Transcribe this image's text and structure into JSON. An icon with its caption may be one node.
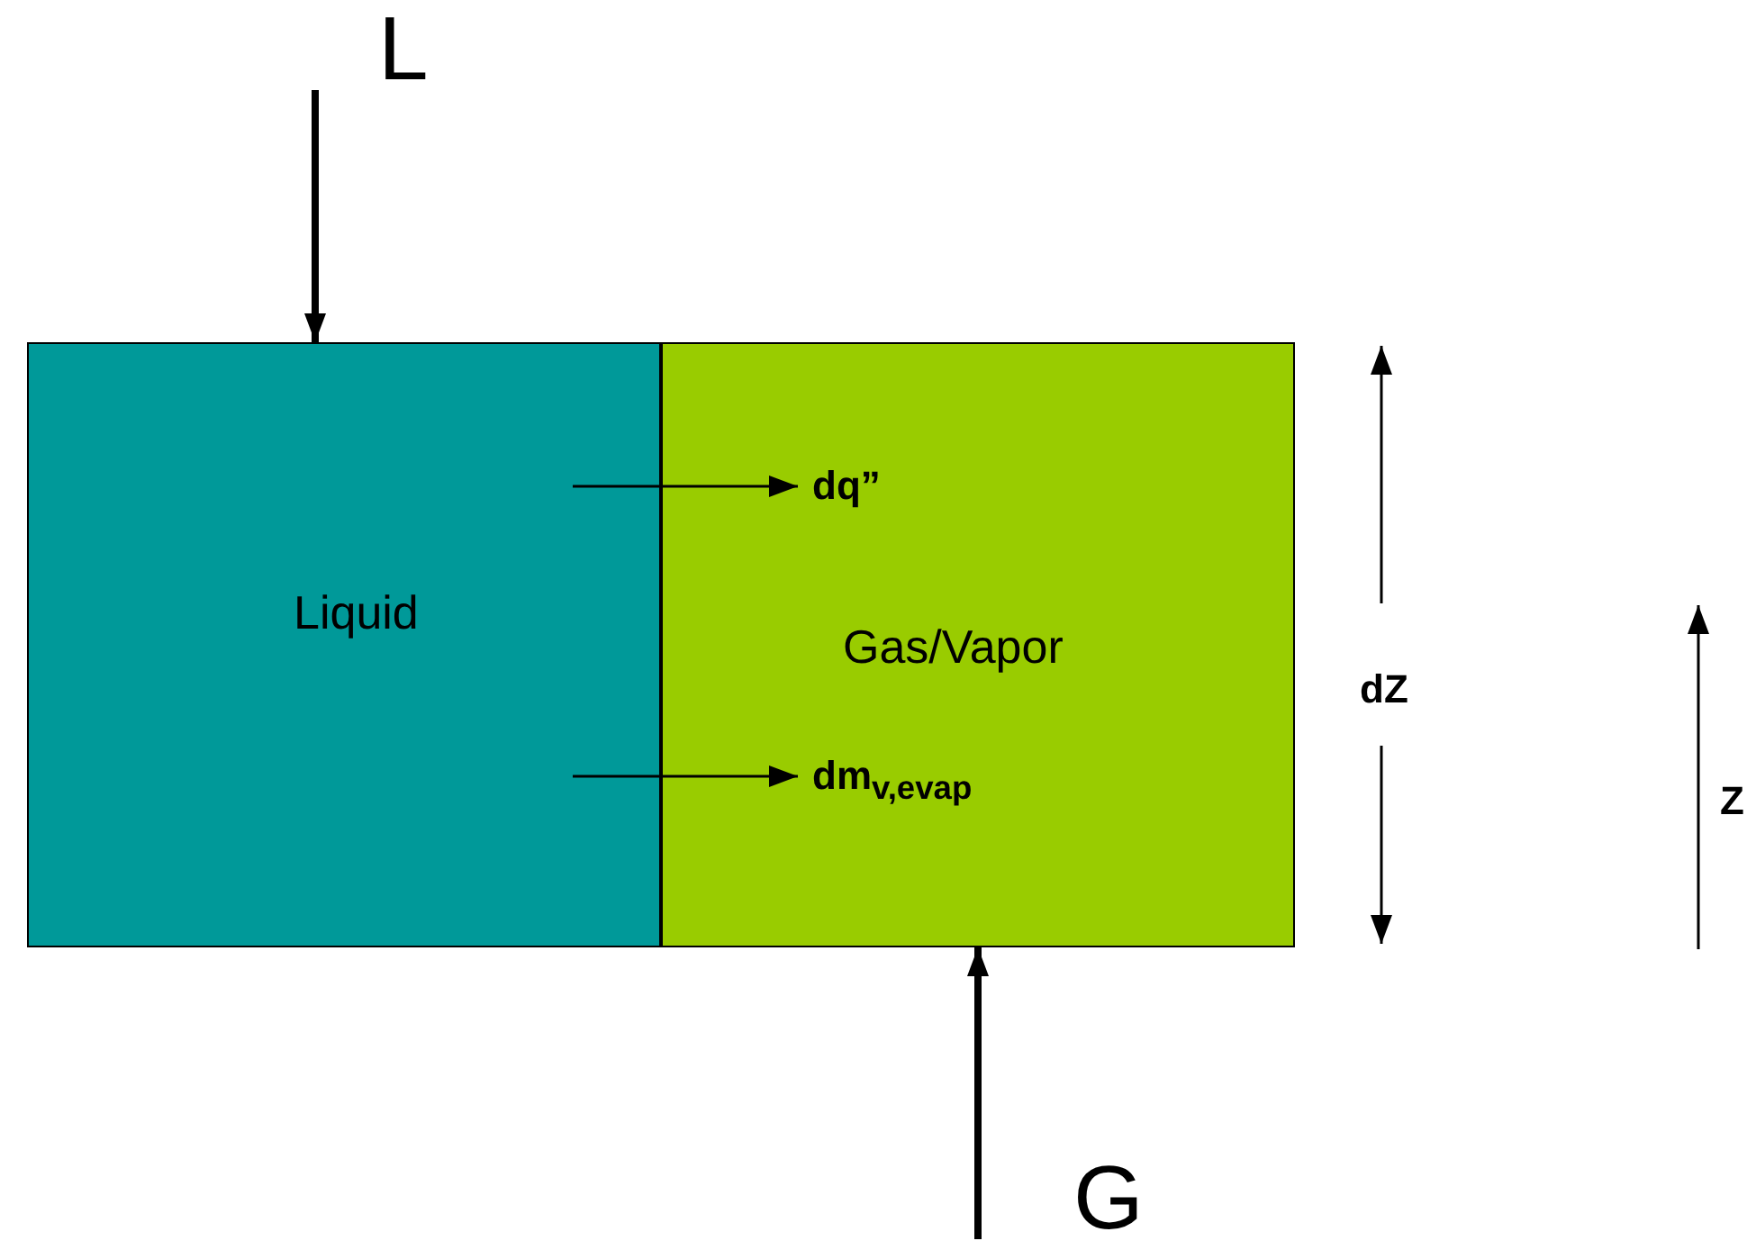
{
  "diagram": {
    "nodes": [
      {
        "text": [
          "L"
        ]
      },
      {
        "text": [
          "Liquid"
        ]
      },
      {
        "text": [
          "Gas/Vapor"
        ]
      },
      {
        "text": [
          "dq”"
        ],
        "in": 2
      },
      {
        "text": [
          "dm$_{v,evap}$"
        ],
        "in": 2
      },
      {
        "text": [
          "G"
        ]
      }
    ],
    "edges": [
      {
        "from": 0,
        "to": 1,
        "arrow": "to",
        "style": "thick"
      },
      {
        "from": 1,
        "to": 3,
        "arrow": "to"
      },
      {
        "from": 1,
        "to": 4,
        "arrow": "to"
      },
      {
        "from": 5,
        "to": 2,
        "arrow": "to",
        "style": "thick"
      }
    ],
    "labels": [
      "dZ",
      "Z"
    ]
  }
}
